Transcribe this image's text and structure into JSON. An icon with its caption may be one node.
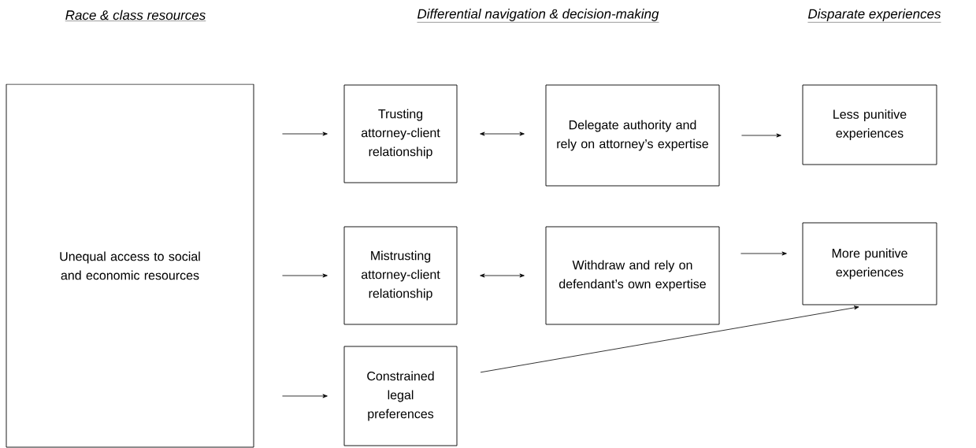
{
  "diagram": {
    "nodes": [
      {
        "text": [
          "Unequal access to social and economic resources"
        ]
      },
      {
        "text": [
          "Trusting attorney-client relationship"
        ]
      },
      {
        "text": [
          "Delegate authority and rely on attorney’s expertise"
        ]
      },
      {
        "text": [
          "Less punitive experiences"
        ]
      },
      {
        "text": [
          "Mistrusting attorney-client relationship"
        ]
      },
      {
        "text": [
          "Withdraw and rely on defendant’s own expertise"
        ]
      },
      {
        "text": [
          "More punitive experiences"
        ]
      },
      {
        "text": [
          "Constrained legal preferences"
        ]
      }
    ],
    "edges": [
      {
        "from": 0,
        "to": 1,
        "arrow": "to"
      },
      {
        "from": 1,
        "to": 2,
        "arrow": "both"
      },
      {
        "from": 2,
        "to": 3,
        "arrow": "to"
      },
      {
        "from": 0,
        "to": 4,
        "arrow": "to"
      },
      {
        "from": 4,
        "to": 5,
        "arrow": "both"
      },
      {
        "from": 5,
        "to": 6,
        "arrow": "to"
      },
      {
        "from": 0,
        "to": 7,
        "arrow": "to"
      },
      {
        "from": 7,
        "to": 6,
        "arrow": "to"
      }
    ],
    "labels": [
      "Race & class resources",
      "Differential navigation & decision-making",
      "Disparate experiences"
    ]
  }
}
